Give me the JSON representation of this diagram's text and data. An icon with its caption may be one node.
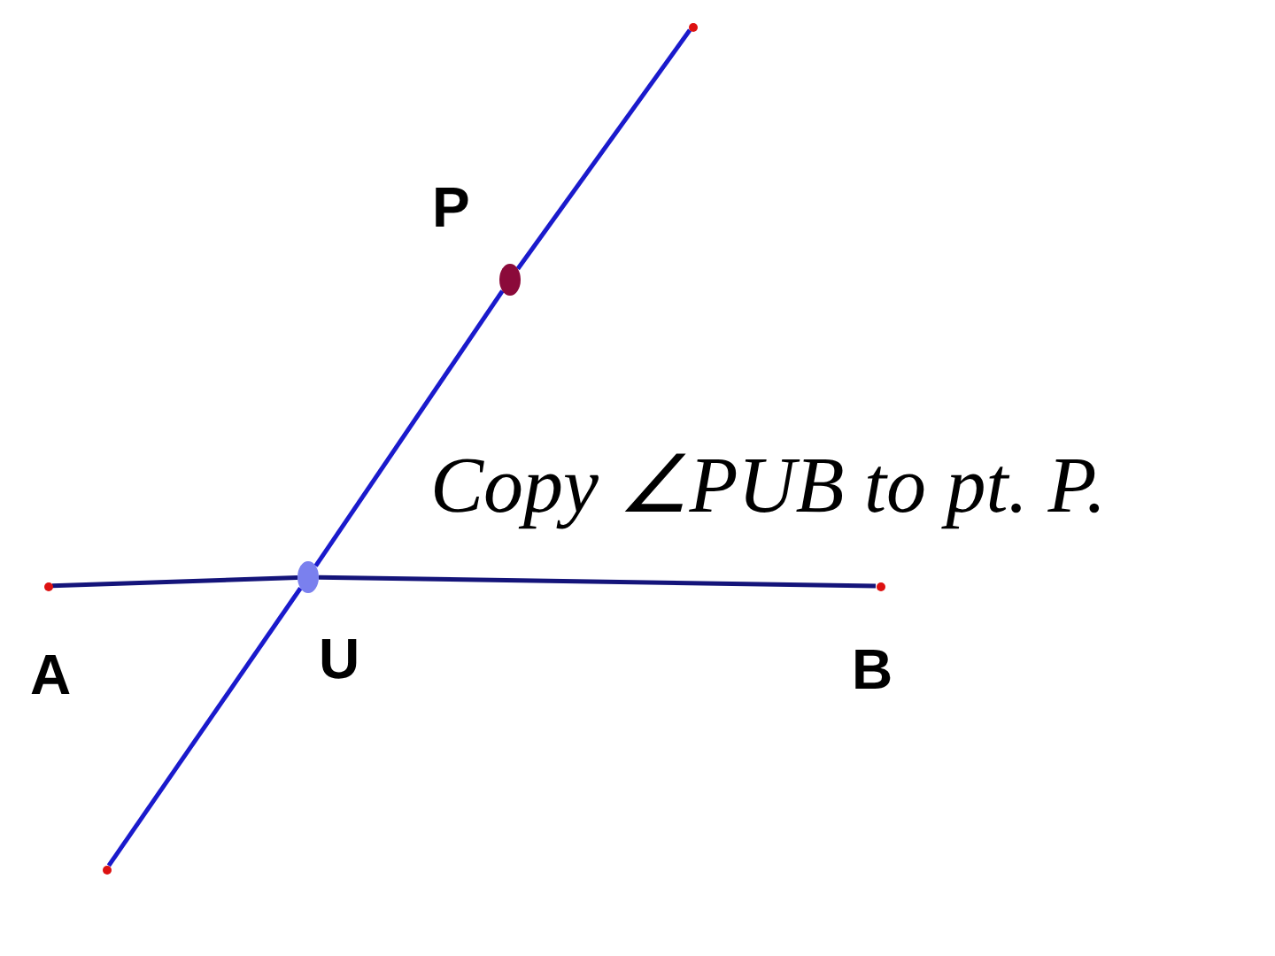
{
  "diagram": {
    "nodes": [
      {
        "text": [],
        "shape": "circle"
      },
      {
        "text": [],
        "shape": "circle",
        "beside": [
          "P"
        ]
      },
      {
        "text": [],
        "shape": "circle",
        "beside": [
          "U"
        ]
      },
      {
        "text": [],
        "shape": "circle"
      },
      {
        "text": [],
        "shape": "circle",
        "beside": [
          "A"
        ]
      },
      {
        "text": [],
        "shape": "circle",
        "beside": [
          "B"
        ]
      }
    ],
    "edges": [
      {
        "from": 0,
        "to": 1,
        "arrow": "none"
      },
      {
        "from": 1,
        "to": 2,
        "arrow": "none"
      },
      {
        "from": 2,
        "to": 3,
        "arrow": "none"
      },
      {
        "from": 4,
        "to": 2,
        "arrow": "none",
        "color": "#14147a"
      },
      {
        "from": 2,
        "to": 5,
        "arrow": "none",
        "color": "#14147a"
      }
    ],
    "labels": [
      "Copy ∠PUB to pt. P."
    ]
  }
}
